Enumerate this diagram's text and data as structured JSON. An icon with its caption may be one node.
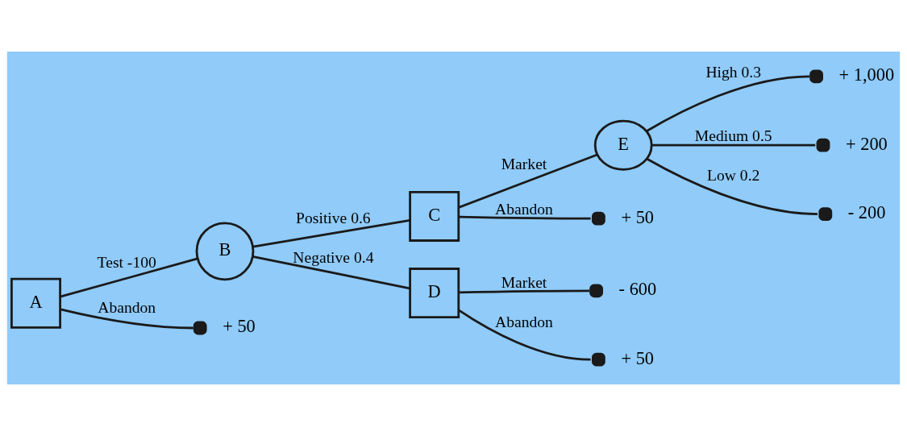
{
  "diagram": {
    "nodes": [
      {
        "text": [
          "A"
        ]
      },
      {
        "text": [
          "B"
        ]
      },
      {
        "text": [
          "C"
        ]
      },
      {
        "text": [
          "D"
        ]
      },
      {
        "text": [
          "E"
        ]
      },
      {
        "text": [],
        "shape": "dot",
        "beside": [
          "+ 1,000"
        ]
      },
      {
        "text": [],
        "shape": "dot",
        "beside": [
          "+ 200"
        ]
      },
      {
        "text": [],
        "shape": "dot",
        "beside": [
          "- 200"
        ]
      },
      {
        "text": [],
        "shape": "dot",
        "beside": [
          "+ 50"
        ]
      },
      {
        "text": [],
        "shape": "dot",
        "beside": [
          "- 600"
        ]
      },
      {
        "text": [],
        "shape": "dot",
        "beside": [
          "+ 50"
        ]
      },
      {
        "text": [],
        "shape": "dot",
        "beside": [
          "+ 50"
        ]
      }
    ],
    "edges": [
      {
        "from": 0,
        "to": 1,
        "arrow": "none",
        "label": "Test -100"
      },
      {
        "from": 1,
        "to": 2,
        "arrow": "none",
        "label": "Positive 0.6"
      },
      {
        "from": 1,
        "to": 3,
        "arrow": "none",
        "label": "Negative 0.4"
      },
      {
        "from": 2,
        "to": 4,
        "arrow": "none",
        "label": "Market"
      },
      {
        "from": 2,
        "to": 8,
        "arrow": "none",
        "label": "Abandon"
      },
      {
        "from": 4,
        "to": 5,
        "arrow": "none",
        "label": "High 0.3"
      },
      {
        "from": 4,
        "to": 6,
        "arrow": "none",
        "label": "Medium 0.5"
      },
      {
        "from": 4,
        "to": 7,
        "arrow": "none",
        "label": "Low 0.2"
      },
      {
        "from": 3,
        "to": 9,
        "arrow": "none",
        "label": "Market"
      },
      {
        "from": 3,
        "to": 10,
        "arrow": "none",
        "label": "Abandon"
      },
      {
        "from": 0,
        "to": 11,
        "arrow": "none",
        "label": "Abandon"
      }
    ]
  }
}
